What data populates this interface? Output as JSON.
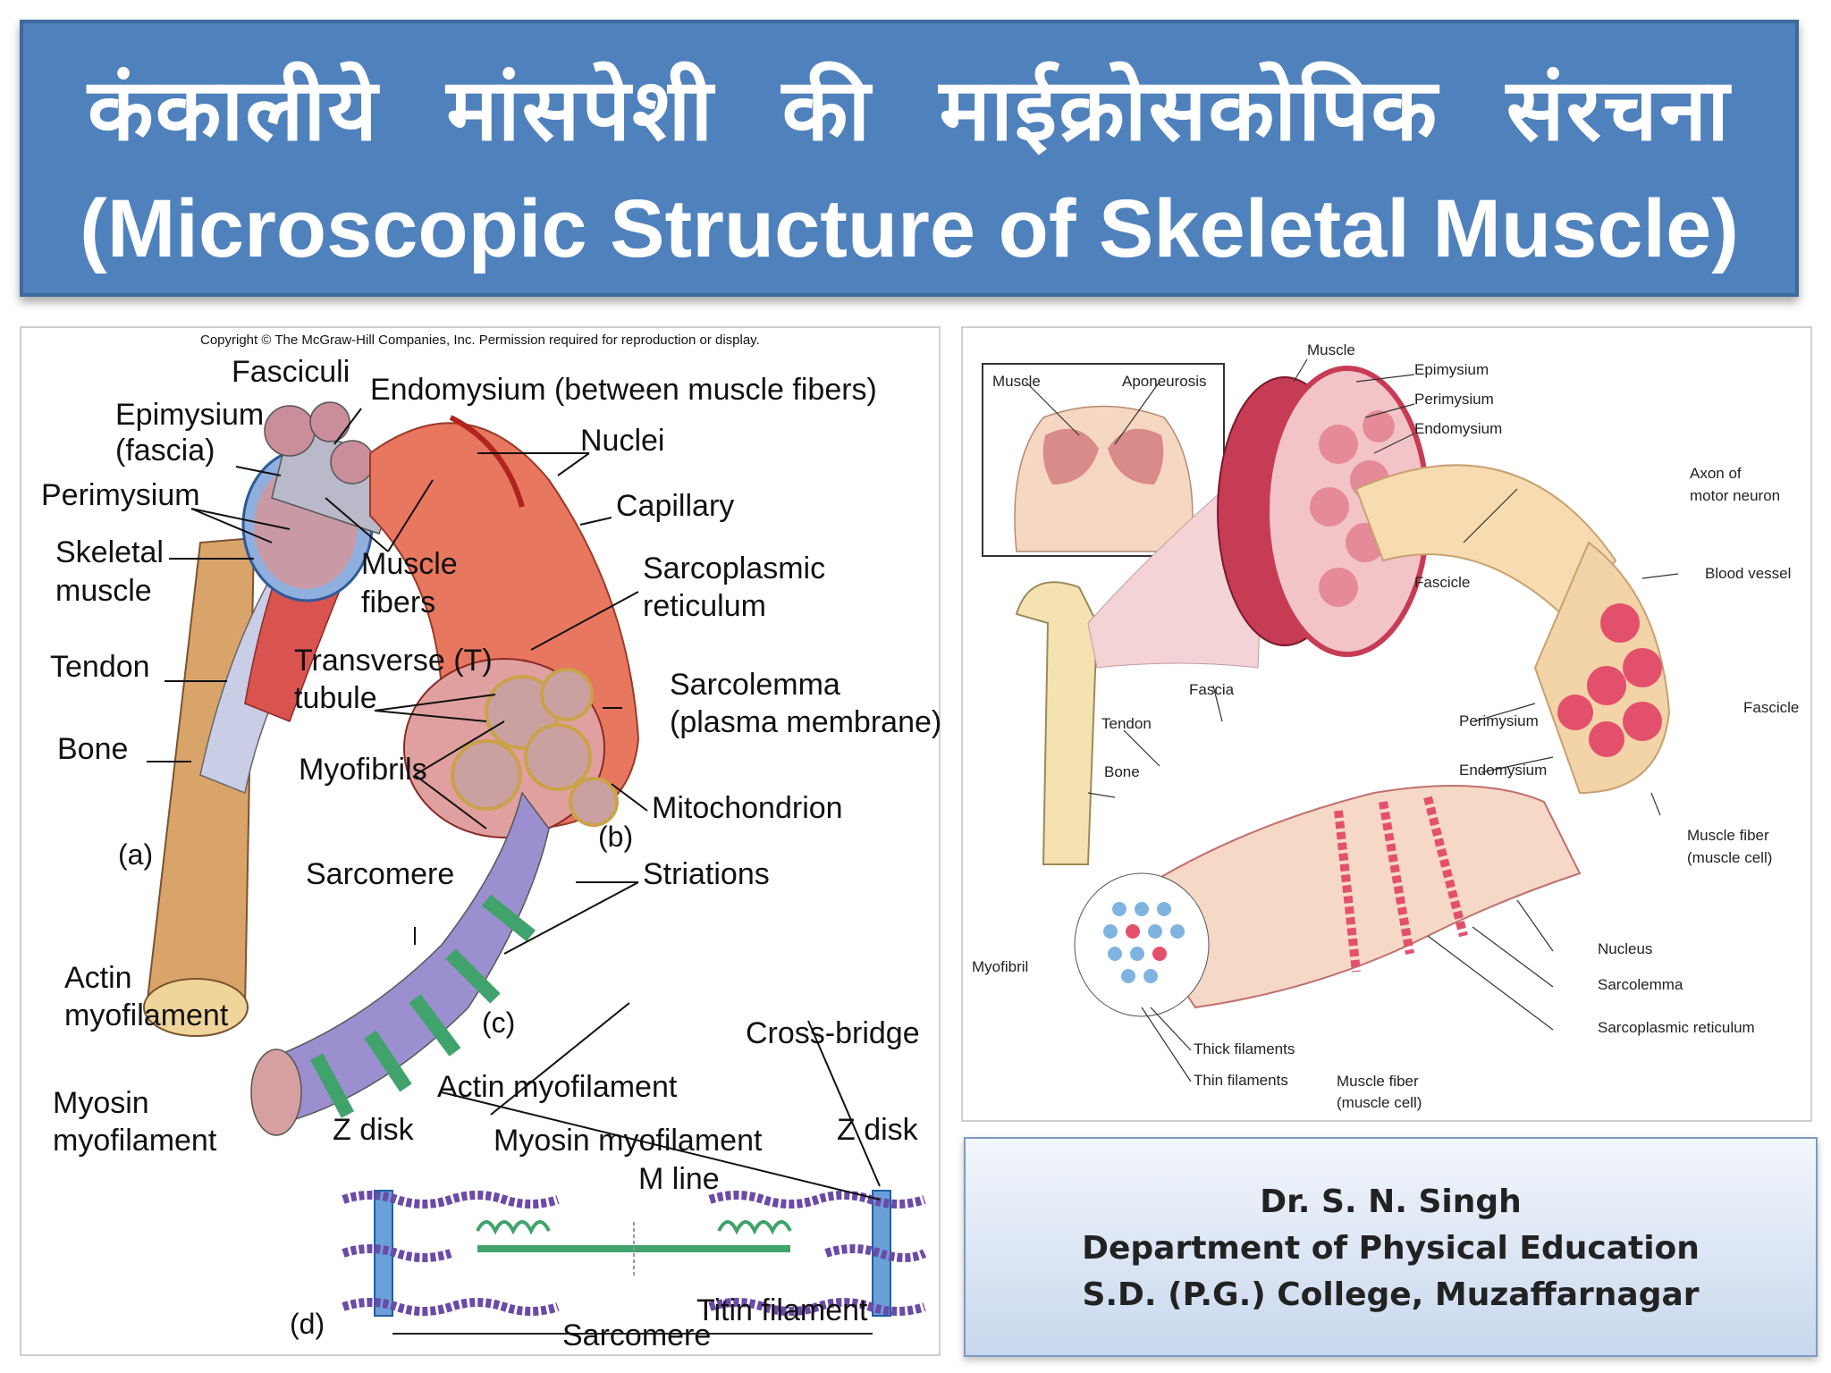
{
  "title": {
    "hindi": "कंकालीये मांसपेशी की माईक्रोसकोपिक संरचना",
    "english": "(Microscopic Structure of Skeletal Muscle)"
  },
  "left_figure": {
    "copyright": "Copyright © The McGraw-Hill Companies, Inc. Permission required for reproduction or display.",
    "labels": {
      "fasciculi": "Fasciculi",
      "endomysium": "Endomysium (between muscle fibers)",
      "epimysium": "Epimysium",
      "fascia": "(fascia)",
      "nuclei": "Nuclei",
      "perimysium": "Perimysium",
      "capillary": "Capillary",
      "skeletal": "Skeletal",
      "muscle": "muscle",
      "muscle_w": "Muscle",
      "fibers": "fibers",
      "sarcoplasmic": "Sarcoplasmic",
      "reticulum": "reticulum",
      "transverse": "Transverse (T)",
      "tubule": "tubule",
      "tendon": "Tendon",
      "sarcolemma": "Sarcolemma",
      "plasma_membrane": "(plasma membrane)",
      "bone": "Bone",
      "myofibrils": "Myofibrils",
      "mitochondrion": "Mitochondrion",
      "a": "(a)",
      "b": "(b)",
      "c": "(c)",
      "d": "(d)",
      "sarcomere": "Sarcomere",
      "striations": "Striations",
      "actin": "Actin",
      "myofilament": "myofilament",
      "myosin": "Myosin",
      "cross_bridge": "Cross-bridge",
      "actin_myofilament": "Actin myofilament",
      "z_disk": "Z disk",
      "myosin_myofilament": "Myosin myofilament",
      "m_line": "M line",
      "titin_filament": "Titin filament"
    }
  },
  "right_figure": {
    "labels": {
      "muscle": "Muscle",
      "aponeurosis": "Aponeurosis",
      "epimysium": "Epimysium",
      "perimysium": "Perimysium",
      "endomysium": "Endomysium",
      "axon": "Axon of",
      "motor_neuron": "motor neuron",
      "blood_vessel": "Blood vessel",
      "fascicle": "Fascicle",
      "fascia": "Fascia",
      "tendon": "Tendon",
      "bone": "Bone",
      "muscle_fiber": "Muscle fiber",
      "muscle_cell": "(muscle cell)",
      "myofibril": "Myofibril",
      "nucleus": "Nucleus",
      "sarcolemma": "Sarcolemma",
      "sarcoplasmic_reticulum": "Sarcoplasmic reticulum",
      "thick_filaments": "Thick filaments",
      "thin_filaments": "Thin filaments"
    }
  },
  "credits": {
    "author": "Dr. S. N. Singh",
    "department": "Department of Physical Education",
    "college": "S.D. (P.G.) College, Muzaffarnagar"
  },
  "colors": {
    "banner": "#4f81bd",
    "credit_border": "#7d9ac4",
    "muscle_red": "#d9534f",
    "myofibril_purple": "#9b8fd0",
    "myofibril_green": "#3fa36b"
  }
}
